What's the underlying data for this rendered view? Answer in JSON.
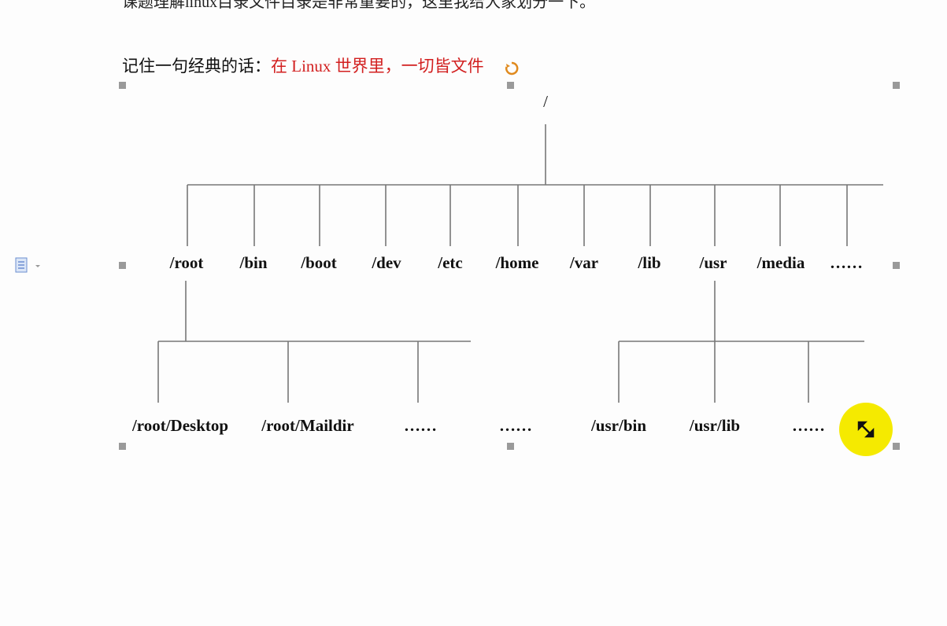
{
  "document": {
    "cut_line": "课题理解linux目录文件目录是非常重要的，这里我给大家划分一下。",
    "quote_prefix": "记住一句经典的话：",
    "quote_highlight": "在 Linux 世界里，一切皆文件",
    "highlight_color": "#d21f1f"
  },
  "diagram": {
    "root": "/",
    "level1": [
      "/root",
      "/bin",
      "/boot",
      "/dev",
      "/etc",
      "/home",
      "/var",
      "/lib",
      "/usr",
      "/media",
      "……"
    ],
    "root_children": [
      "/root/Desktop",
      "/root/Maildir",
      "……",
      "……"
    ],
    "usr_children": [
      "/usr/bin",
      "/usr/lib",
      "……"
    ]
  },
  "icons": {
    "paragraph": "paragraph-menu-icon",
    "cursor": "busy-cursor-icon",
    "resize": "resize-diagonal-icon"
  }
}
